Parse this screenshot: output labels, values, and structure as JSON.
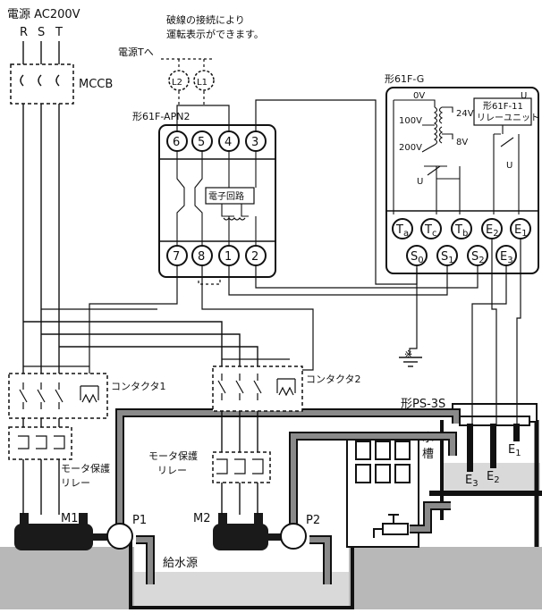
{
  "power": {
    "label": "電源 AC200V",
    "phases": [
      "R",
      "S",
      "T"
    ],
    "mccb": "MCCB"
  },
  "notes": {
    "break_line": "破線の接続により",
    "break_line2": "運転表示ができます。",
    "to_t": "電源Tへ"
  },
  "lamps": [
    "L2",
    "L1"
  ],
  "apn2": {
    "title": "形61F-APN2",
    "top_terminals": [
      "6",
      "5",
      "4",
      "3"
    ],
    "bottom_terminals": [
      "7",
      "8",
      "1",
      "2"
    ],
    "circuit": "電子回路"
  },
  "g_unit": {
    "title": "形61F-G",
    "v0": "0V",
    "u": "U",
    "v100": "100V",
    "v200": "200V",
    "v24": "24V",
    "v8": "8V",
    "relay_unit_line1": "形61F-11",
    "relay_unit_line2": "リレーユニット",
    "top_terminals": [
      {
        "main": "T",
        "sub": "a"
      },
      {
        "main": "T",
        "sub": "c"
      },
      {
        "main": "T",
        "sub": "b"
      },
      {
        "main": "E",
        "sub": "2"
      },
      {
        "main": "E",
        "sub": "1"
      }
    ],
    "bottom_terminals": [
      {
        "main": "S",
        "sub": "0"
      },
      {
        "main": "S",
        "sub": "1"
      },
      {
        "main": "S",
        "sub": "2"
      },
      {
        "main": "E",
        "sub": "3"
      }
    ]
  },
  "contactors": {
    "c1": "コンタクタ1",
    "c2": "コンタクタ2"
  },
  "ground_mark": "※",
  "sensor": {
    "title": "形PS-3S",
    "tank_line1": "水",
    "tank_line2": "槽",
    "electrodes": [
      {
        "main": "E",
        "sub": "1"
      },
      {
        "main": "E",
        "sub": "2"
      },
      {
        "main": "E",
        "sub": "3"
      }
    ]
  },
  "motor_relay": {
    "left_line1": "モータ保護",
    "left_line2": "リレー",
    "mid_line1": "モータ保護",
    "mid_line2": "リレー"
  },
  "motors": [
    "M1",
    "M2"
  ],
  "pumps": [
    "P1",
    "P2"
  ],
  "water_source": "給水源",
  "colors": {
    "line": "#111111",
    "pipe": "#8a8a8a",
    "water": "#d9d9d9",
    "ground": "#b8b8b8",
    "motor": "#1a1a1a"
  }
}
